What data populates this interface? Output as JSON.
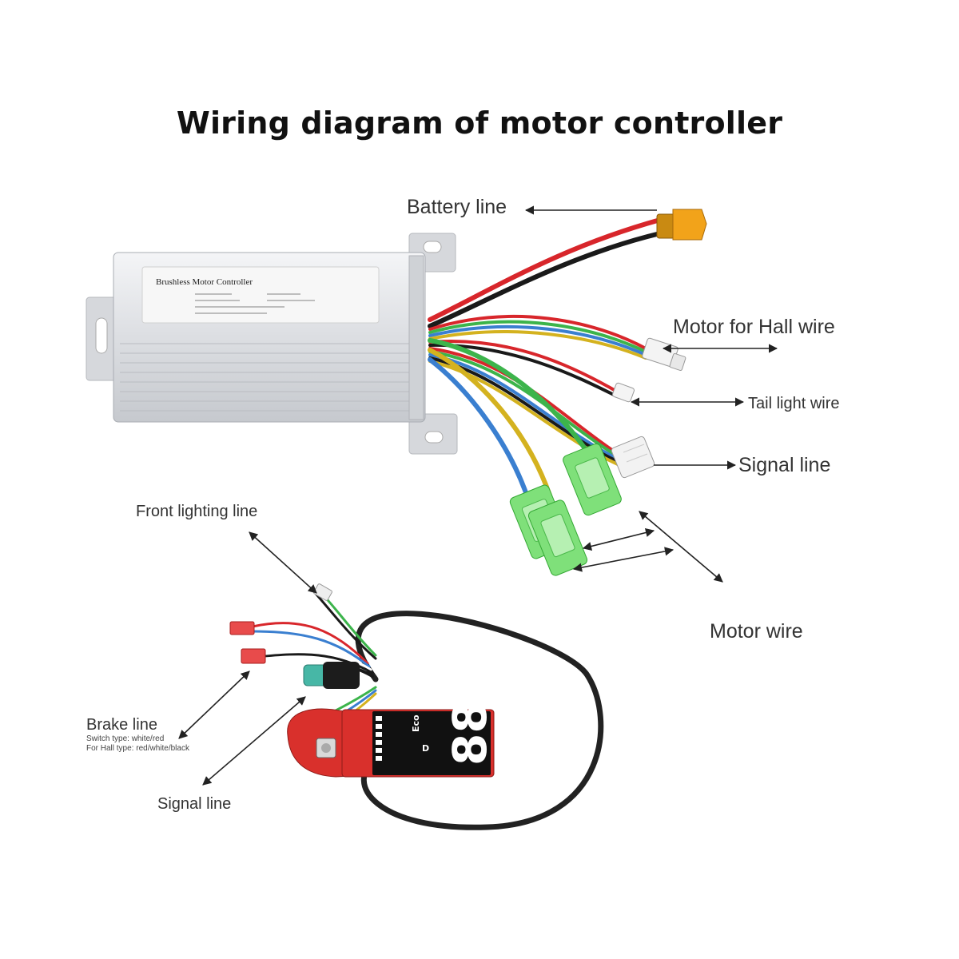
{
  "title": "Wiring diagram of motor controller",
  "labels": {
    "battery": "Battery line",
    "hall": "Motor for Hall wire",
    "tail": "Tail light wire",
    "signal_top": "Signal line",
    "motor": "Motor wire",
    "front": "Front lighting line",
    "brake": "Brake line",
    "brake_sub1": "Switch type: white/red",
    "brake_sub2": "For Hall type: red/white/black",
    "signal_bottom": "Signal line"
  },
  "controller": {
    "plate_title": "Brushless Motor Controller"
  },
  "display": {
    "mode": "Eco",
    "gear": "D",
    "readout": "88"
  },
  "colors": {
    "wire_red": "#d8262b",
    "wire_black": "#1a1a1a",
    "wire_green": "#3cb44b",
    "wire_blue": "#3a7fd0",
    "wire_yellow": "#d4b21f",
    "connector_green": "#7fe07a",
    "connector_orange": "#f2a31a",
    "pcb_red": "#d9302c"
  }
}
